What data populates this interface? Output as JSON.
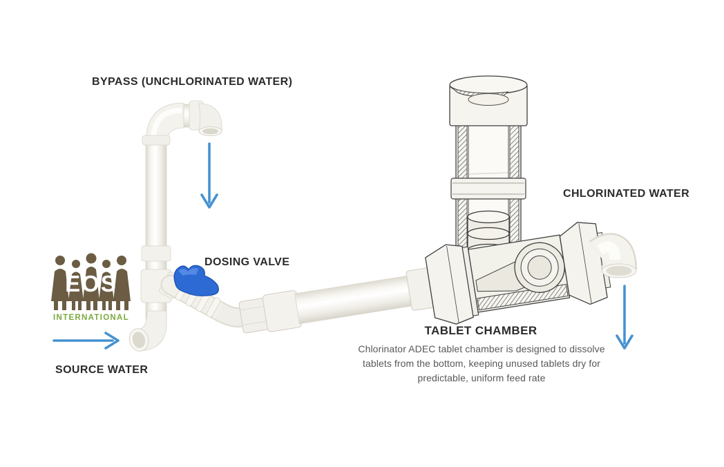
{
  "diagram": {
    "type": "technical-illustration",
    "subject": "PVC chlorinator assembly with tablet chamber",
    "labels": {
      "bypass": "BYPASS (UNCHLORINATED WATER)",
      "dosing_valve": "DOSING VALVE",
      "chlorinated_water": "CHLORINATED WATER",
      "source_water": "SOURCE WATER",
      "tablet_chamber_title": "TABLET CHAMBER",
      "tablet_chamber_description": "Chlorinator ADEC tablet chamber is designed to dissolve tablets from the bottom, keeping unused tablets dry for predictable, uniform feed rate"
    },
    "flow_arrows": [
      {
        "name": "bypass-down",
        "direction": "down"
      },
      {
        "name": "source-right",
        "direction": "right"
      },
      {
        "name": "chlorinated-down",
        "direction": "down"
      }
    ]
  },
  "logo": {
    "acronym": "EOS",
    "subtitle": "INTERNATIONAL"
  },
  "colors": {
    "arrow_blue": "#4792d1",
    "valve_blue": "#2e6ad4",
    "logo_brown": "#6b5c43",
    "logo_green": "#7aa93c",
    "heading_text": "#2b2b2b",
    "body_text": "#585858"
  }
}
